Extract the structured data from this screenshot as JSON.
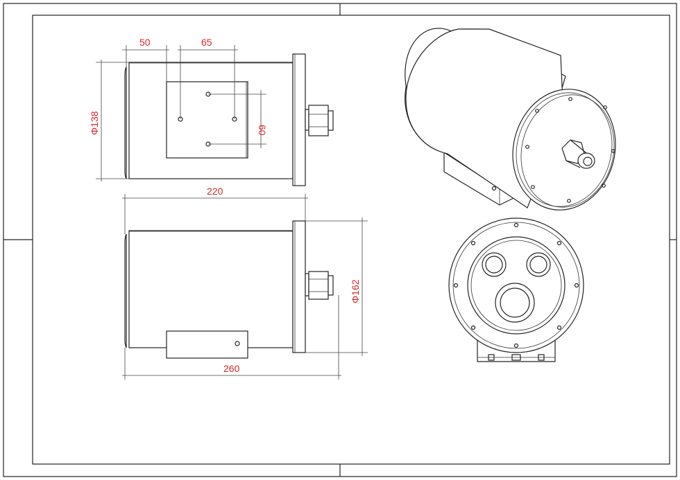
{
  "drawing": {
    "dimensions": {
      "d50": "50",
      "d65": "65",
      "d60": "60",
      "dia138": "Φ138",
      "d220": "220",
      "dia162": "Φ162",
      "d260": "260"
    },
    "colors": {
      "dimension_text": "#d9262b",
      "line": "#222222",
      "background": "#ffffff"
    }
  }
}
